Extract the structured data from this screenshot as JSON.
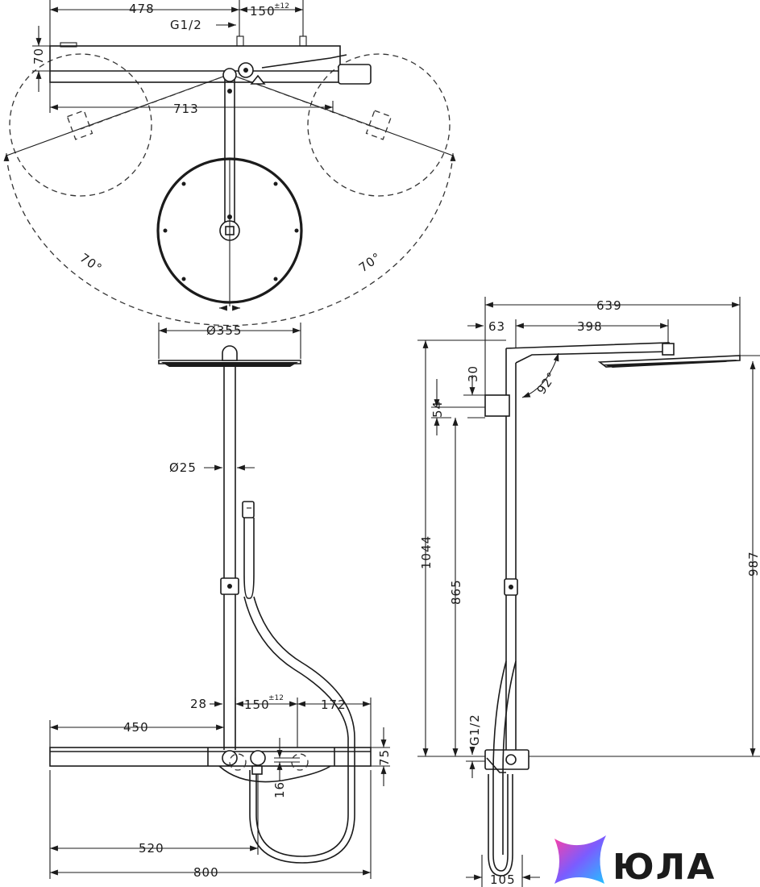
{
  "dimensions": {
    "top_width_478": "478",
    "top_150": "150",
    "top_150_tol": "±12",
    "top_g12": "G1/2",
    "top_70": "70",
    "top_713": "713",
    "angle_left": "70°",
    "angle_right": "70°",
    "head_diameter": "Ø355",
    "pipe_diameter": "Ø25",
    "front_28": "28",
    "front_150": "150",
    "front_150_tol": "±12",
    "front_172": "172",
    "front_450": "450",
    "front_75": "75",
    "front_16": "16",
    "front_520": "520",
    "front_800": "800",
    "side_639": "639",
    "side_63": "63",
    "side_398": "398",
    "side_30": "30",
    "side_angle": "92°",
    "side_54": "54",
    "side_1044": "1044",
    "side_865": "865",
    "side_987": "987",
    "side_g12": "G1/2",
    "side_105": "105"
  },
  "logo": {
    "text": "ЮЛА",
    "icon": "star-gradient-icon",
    "colors": [
      "#ff3fa4",
      "#7b5cff",
      "#22c3ff"
    ]
  }
}
